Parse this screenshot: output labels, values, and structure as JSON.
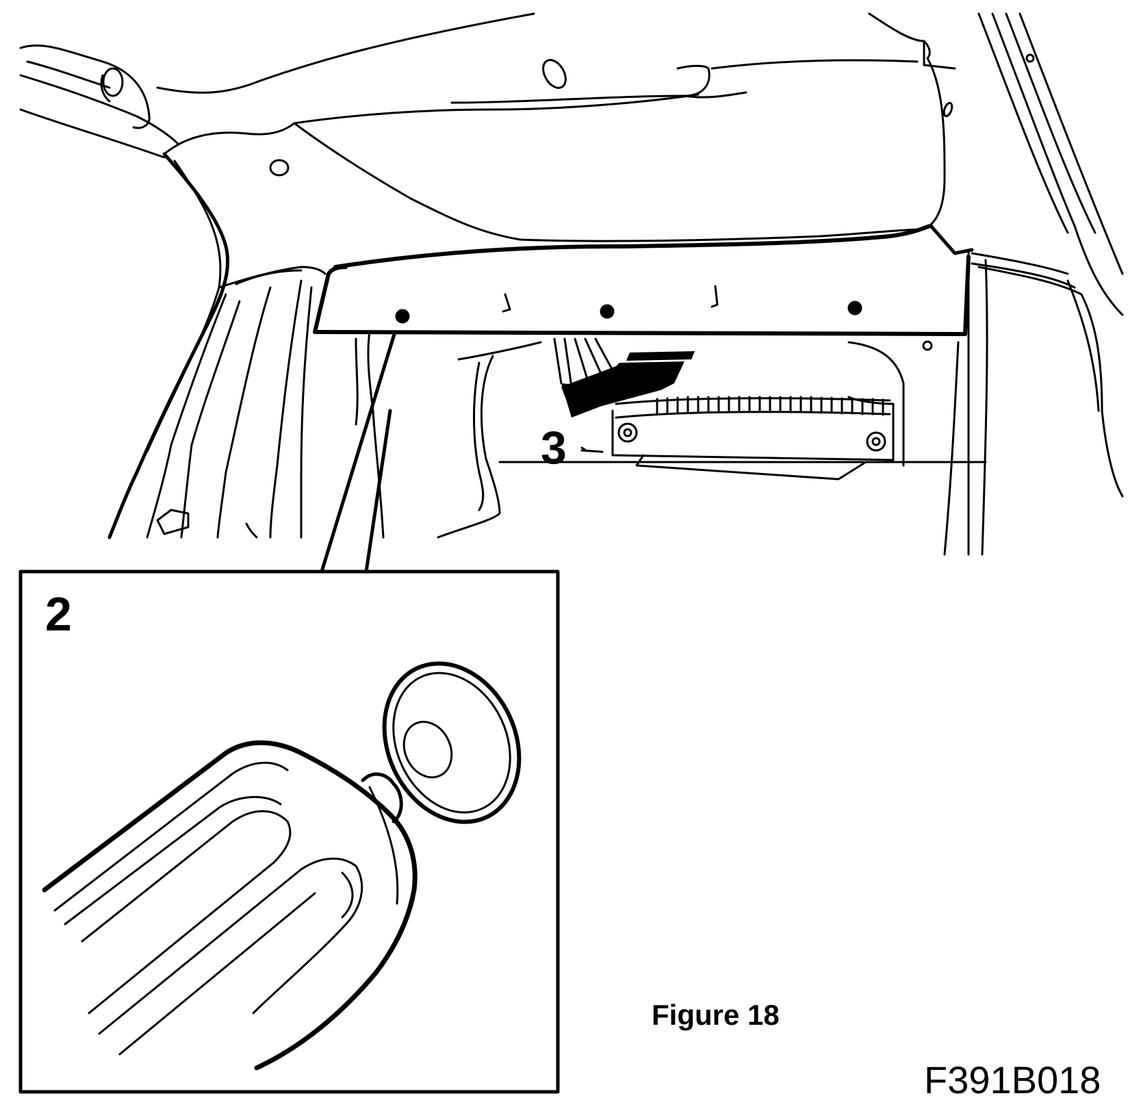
{
  "callouts": {
    "detail": "2",
    "step": "3"
  },
  "caption": {
    "figure": "Figure 18",
    "code": "F391B018"
  },
  "colors": {
    "line": "#000000",
    "background": "#ffffff"
  }
}
